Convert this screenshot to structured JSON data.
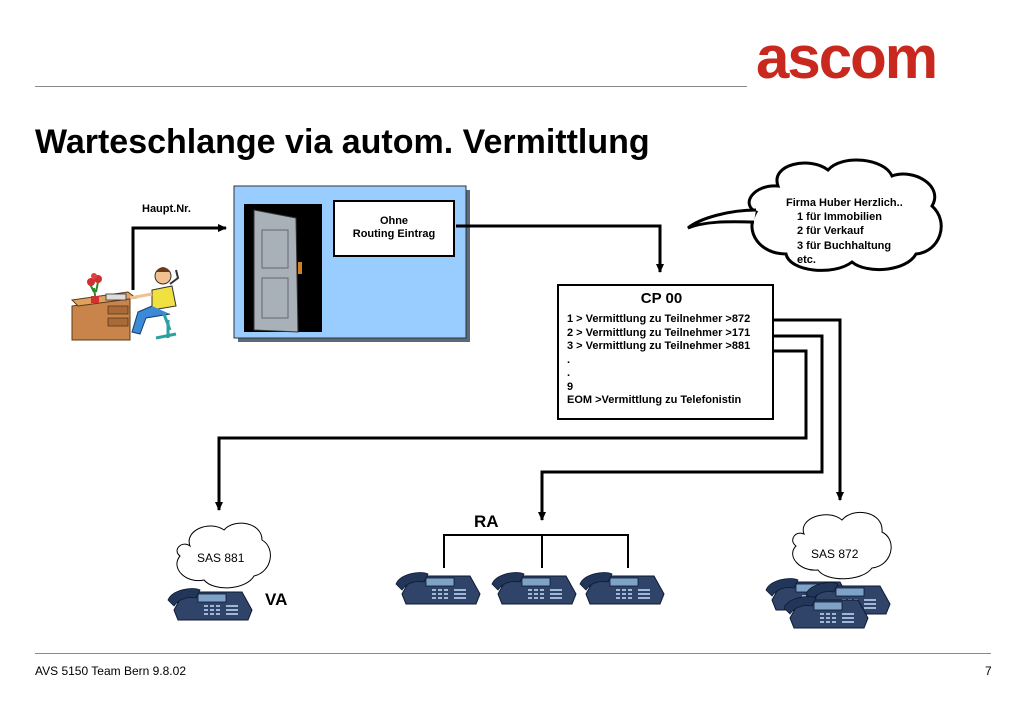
{
  "header": {
    "logo": "ascom",
    "title": "Warteschlange via autom. Vermittlung"
  },
  "diagram": {
    "caller_label": "Haupt.Nr.",
    "routing_box": {
      "line1": "Ohne",
      "line2": "Routing Eintrag"
    },
    "speech_bubble": {
      "lines": [
        "Firma Huber Herzlich..",
        "1 für Immobilien",
        "2 für Verkauf",
        "3 für Buchhaltung",
        "etc."
      ]
    },
    "cp_box": {
      "title": "CP 00",
      "lines": [
        "1 > Vermittlung zu Teilnehmer >872",
        "2 > Vermittlung zu Teilnehmer >171",
        "3 > Vermittlung zu Teilnehmer >881",
        ".",
        ".",
        "9",
        "EOM >Vermittlung zu Telefonistin"
      ]
    },
    "sas_left": "SAS 881",
    "sas_right": "SAS 872",
    "va_label": "VA",
    "ra_label": "RA",
    "colors": {
      "wall": "#99ccff",
      "logo": "#c8281e",
      "phone": "#2f4468"
    }
  },
  "footer": {
    "left": "AVS 5150 Team Bern 9.8.02",
    "page": "7"
  }
}
